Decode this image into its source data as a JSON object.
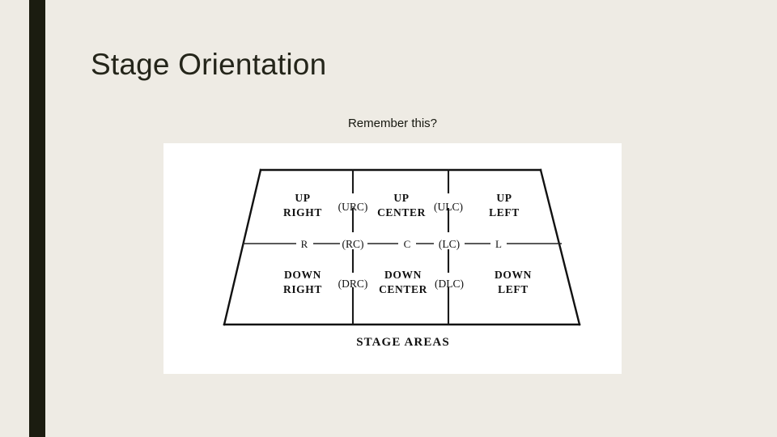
{
  "slide": {
    "title": "Stage Orientation",
    "subtitle": "Remember this?",
    "background_color": "#EEEBE4",
    "accent_bar_color": "#1B1C10",
    "figure_background_color": "#FFFFFF"
  },
  "figure": {
    "caption": "STAGE AREAS",
    "shape": "trapezoid",
    "rows": [
      {
        "name": "upstage-row",
        "cells": [
          {
            "label": "UP\nRIGHT",
            "line1": "UP",
            "line2": "RIGHT",
            "abbrev": ""
          },
          {
            "label": "(URC)",
            "line1": "(URC)",
            "line2": "",
            "abbrev": "URC"
          },
          {
            "label": "UP\nCENTER",
            "line1": "UP",
            "line2": "CENTER",
            "abbrev": ""
          },
          {
            "label": "(ULC)",
            "line1": "(ULC)",
            "line2": "",
            "abbrev": "ULC"
          },
          {
            "label": "UP\nLEFT",
            "line1": "UP",
            "line2": "LEFT",
            "abbrev": ""
          }
        ]
      },
      {
        "name": "center-row",
        "cells": [
          {
            "label": "R",
            "line1": "R",
            "line2": "",
            "abbrev": "R"
          },
          {
            "label": "(RC)",
            "line1": "(RC)",
            "line2": "",
            "abbrev": "RC"
          },
          {
            "label": "C",
            "line1": "C",
            "line2": "",
            "abbrev": "C"
          },
          {
            "label": "(LC)",
            "line1": "(LC)",
            "line2": "",
            "abbrev": "LC"
          },
          {
            "label": "L",
            "line1": "L",
            "line2": "",
            "abbrev": "L"
          }
        ]
      },
      {
        "name": "downstage-row",
        "cells": [
          {
            "label": "DOWN\nRIGHT",
            "line1": "DOWN",
            "line2": "RIGHT",
            "abbrev": ""
          },
          {
            "label": "(DRC)",
            "line1": "(DRC)",
            "line2": "",
            "abbrev": "DRC"
          },
          {
            "label": "DOWN\nCENTER",
            "line1": "DOWN",
            "line2": "CENTER",
            "abbrev": ""
          },
          {
            "label": "(DLC)",
            "line1": "(DLC)",
            "line2": "",
            "abbrev": "DLC"
          },
          {
            "label": "DOWN\nLEFT",
            "line1": "DOWN",
            "line2": "LEFT",
            "abbrev": ""
          }
        ]
      }
    ]
  }
}
